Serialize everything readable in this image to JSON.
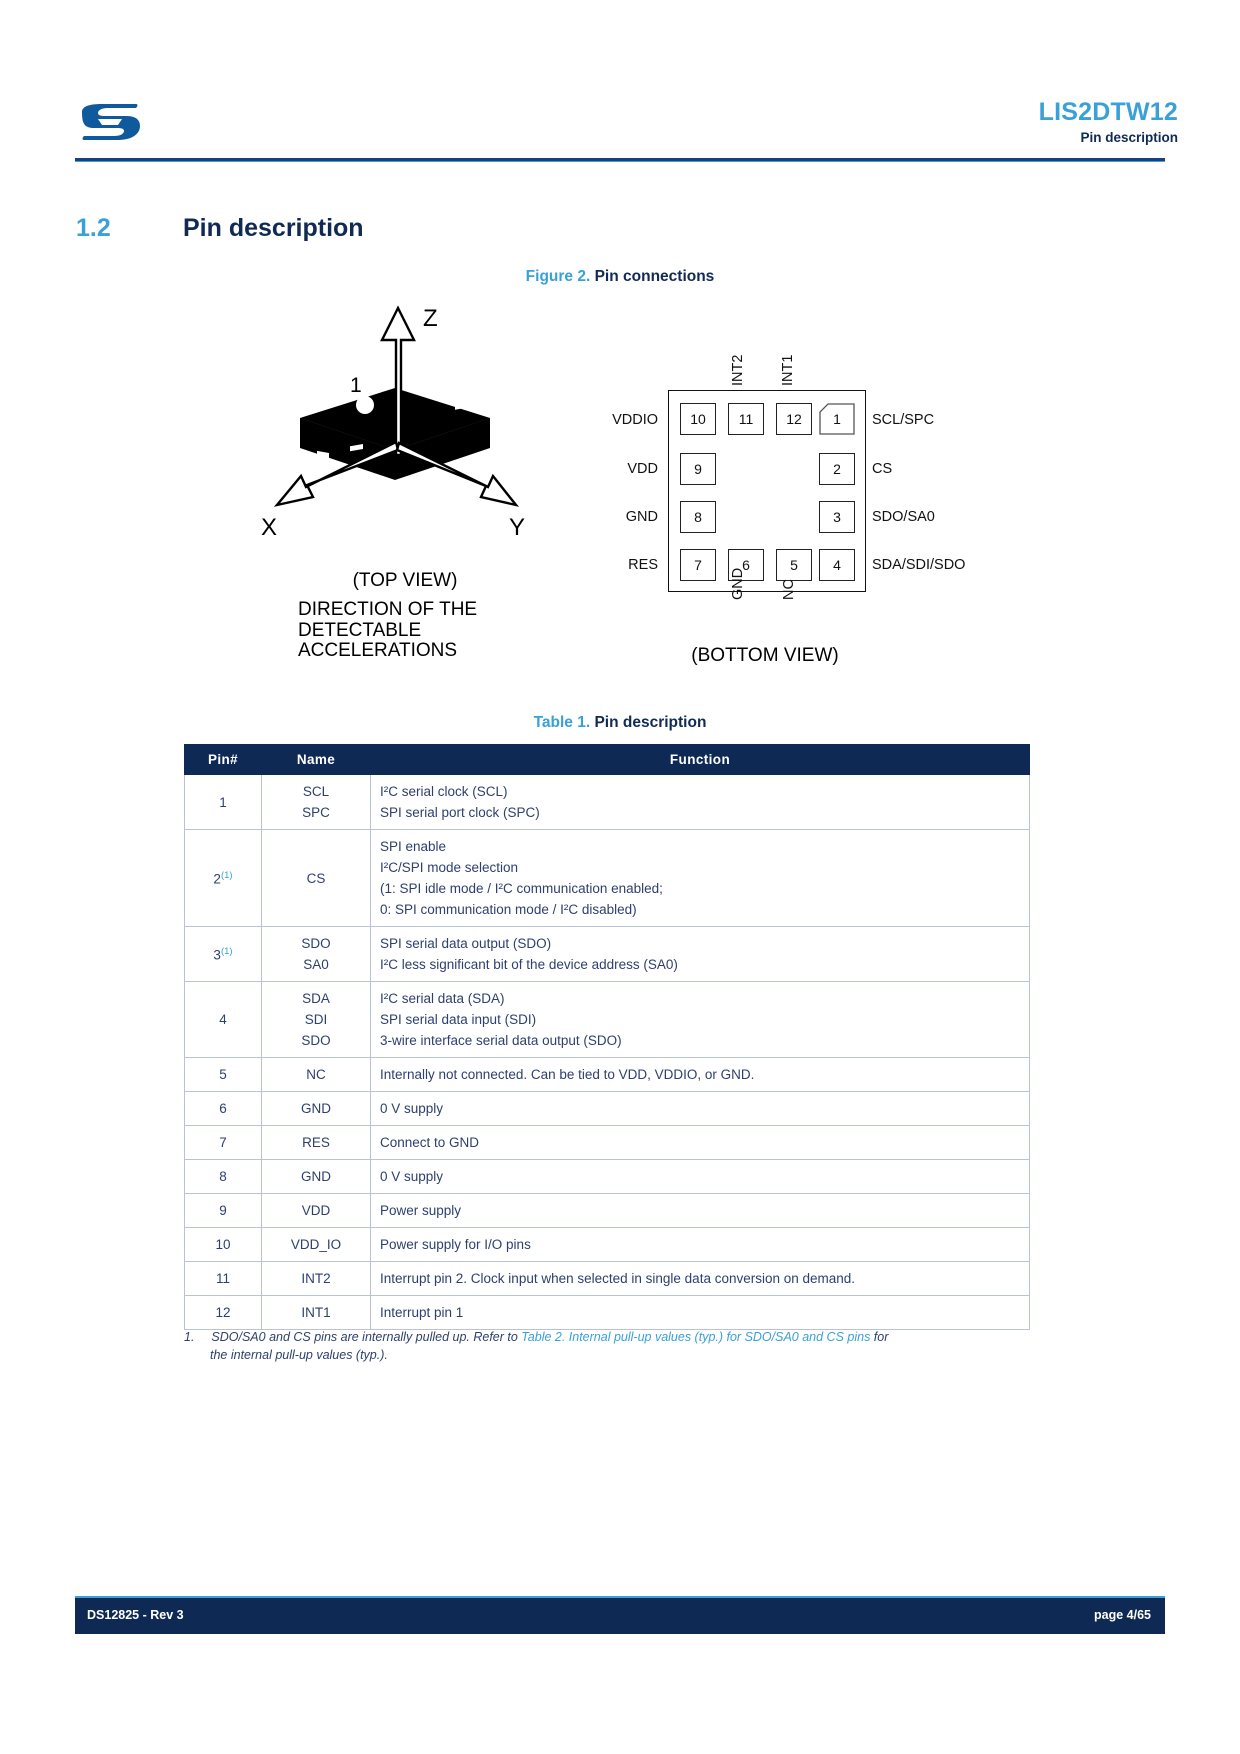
{
  "header": {
    "doc_title": "LIS2DTW12",
    "doc_subtitle": "Pin description",
    "logo_name": "st-logo"
  },
  "section": {
    "number": "1.2",
    "title": "Pin description"
  },
  "figure": {
    "caption_num": "Figure 2.",
    "caption_text": "Pin connections",
    "axes": {
      "x": "X",
      "y": "Y",
      "z": "Z",
      "pin1_marker": "1"
    },
    "topview_label": "(TOP VIEW)",
    "direction_label_lines": [
      "DIRECTION OF THE",
      "DETECTABLE",
      "ACCELERATIONS"
    ],
    "bottomview_label": "(BOTTOM VIEW)",
    "pads": [
      {
        "num": "10",
        "row": 0,
        "col": 0
      },
      {
        "num": "11",
        "row": 0,
        "col": 1
      },
      {
        "num": "12",
        "row": 0,
        "col": 2
      },
      {
        "num": "1",
        "row": 0,
        "col": 3
      },
      {
        "num": "9",
        "row": 1,
        "col": 0
      },
      {
        "num": "2",
        "row": 1,
        "col": 3
      },
      {
        "num": "8",
        "row": 2,
        "col": 0
      },
      {
        "num": "3",
        "row": 2,
        "col": 3
      },
      {
        "num": "7",
        "row": 3,
        "col": 0
      },
      {
        "num": "6",
        "row": 3,
        "col": 1
      },
      {
        "num": "5",
        "row": 3,
        "col": 2
      },
      {
        "num": "4",
        "row": 3,
        "col": 3
      }
    ],
    "left_labels": [
      "VDDIO",
      "VDD",
      "GND",
      "RES"
    ],
    "right_labels": [
      "SCL/SPC",
      "CS",
      "SDO/SA0",
      "SDA/SDI/SDO"
    ],
    "top_labels": [
      "INT2",
      "INT1"
    ],
    "bottom_labels": [
      "GND",
      "NC"
    ]
  },
  "table": {
    "caption_num": "Table 1.",
    "caption_text": "Pin description",
    "headers": [
      "Pin#",
      "Name",
      "Function"
    ],
    "rows": [
      {
        "pin": "1",
        "sup": "",
        "names": [
          "SCL",
          "SPC"
        ],
        "functions": [
          "I²C serial clock (SCL)",
          "SPI serial port clock (SPC)"
        ]
      },
      {
        "pin": "2",
        "sup": "(1)",
        "names": [
          "CS"
        ],
        "functions": [
          "SPI enable",
          "I²C/SPI mode selection",
          "(1: SPI idle mode / I²C communication enabled;",
          "0: SPI communication mode / I²C disabled)"
        ]
      },
      {
        "pin": "3",
        "sup": "(1)",
        "names": [
          "SDO",
          "SA0"
        ],
        "functions": [
          "SPI serial data output (SDO)",
          "I²C less significant bit of the device address (SA0)"
        ]
      },
      {
        "pin": "4",
        "sup": "",
        "names": [
          "SDA",
          "SDI",
          "SDO"
        ],
        "functions": [
          "I²C serial data (SDA)",
          "SPI serial data input (SDI)",
          "3-wire interface serial data output (SDO)"
        ]
      },
      {
        "pin": "5",
        "sup": "",
        "names": [
          "NC"
        ],
        "functions": [
          "Internally not connected. Can be tied to VDD, VDDIO, or GND."
        ]
      },
      {
        "pin": "6",
        "sup": "",
        "names": [
          "GND"
        ],
        "functions": [
          "0 V supply"
        ]
      },
      {
        "pin": "7",
        "sup": "",
        "names": [
          "RES"
        ],
        "functions": [
          "Connect to GND"
        ]
      },
      {
        "pin": "8",
        "sup": "",
        "names": [
          "GND"
        ],
        "functions": [
          "0 V supply"
        ]
      },
      {
        "pin": "9",
        "sup": "",
        "names": [
          "VDD"
        ],
        "functions": [
          "Power supply"
        ]
      },
      {
        "pin": "10",
        "sup": "",
        "names": [
          "VDD_IO"
        ],
        "functions": [
          "Power supply for I/O pins"
        ]
      },
      {
        "pin": "11",
        "sup": "",
        "names": [
          "INT2"
        ],
        "functions": [
          "Interrupt pin 2. Clock input when selected in single data conversion on demand."
        ]
      },
      {
        "pin": "12",
        "sup": "",
        "names": [
          "INT1"
        ],
        "functions": [
          "Interrupt pin 1"
        ]
      }
    ]
  },
  "footnote": {
    "number": "1.",
    "text_before": "SDO/SA0 and CS pins are internally pulled up. Refer to ",
    "link_text": "Table 2. Internal pull-up values (typ.) for SDO/SA0 and CS pins",
    "text_after": " for",
    "text_line2": "the internal pull-up values (typ.)."
  },
  "footer": {
    "left": "DS12825 - Rev 3",
    "right": "page 4/65"
  },
  "colors": {
    "accent_blue": "#3aa0d8",
    "navy": "#0e2a54",
    "body_text": "#2e3f6e"
  }
}
